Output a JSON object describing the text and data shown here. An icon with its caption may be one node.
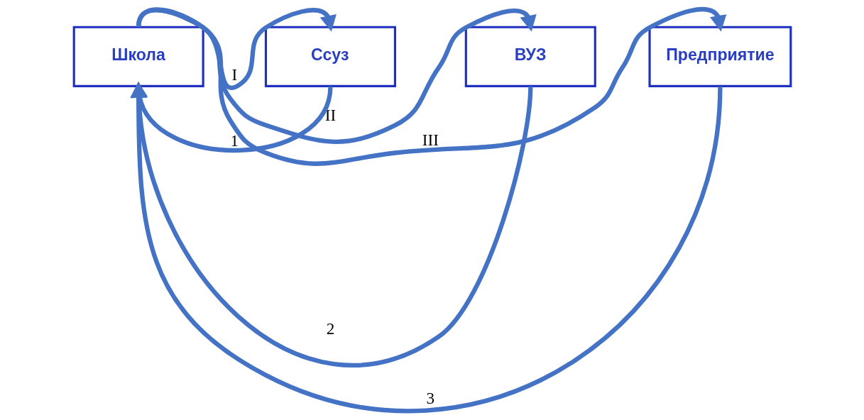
{
  "diagram": {
    "nodes": [
      {
        "text": [
          "Школа"
        ]
      },
      {
        "text": [
          "Ссуз"
        ]
      },
      {
        "text": [
          "ВУЗ"
        ]
      },
      {
        "text": [
          "Предприятие"
        ]
      }
    ],
    "edges": [
      {
        "from": 0,
        "to": 1,
        "arrow": "to",
        "label": "I"
      },
      {
        "from": 0,
        "to": 2,
        "arrow": "to",
        "label": "II"
      },
      {
        "from": 0,
        "to": 3,
        "arrow": "to",
        "label": "III"
      },
      {
        "from": 1,
        "to": 0,
        "arrow": "to",
        "label": "1"
      },
      {
        "from": 2,
        "to": 0,
        "arrow": "to",
        "label": "2"
      },
      {
        "from": 3,
        "to": 0,
        "arrow": "to",
        "label": "3"
      }
    ]
  }
}
